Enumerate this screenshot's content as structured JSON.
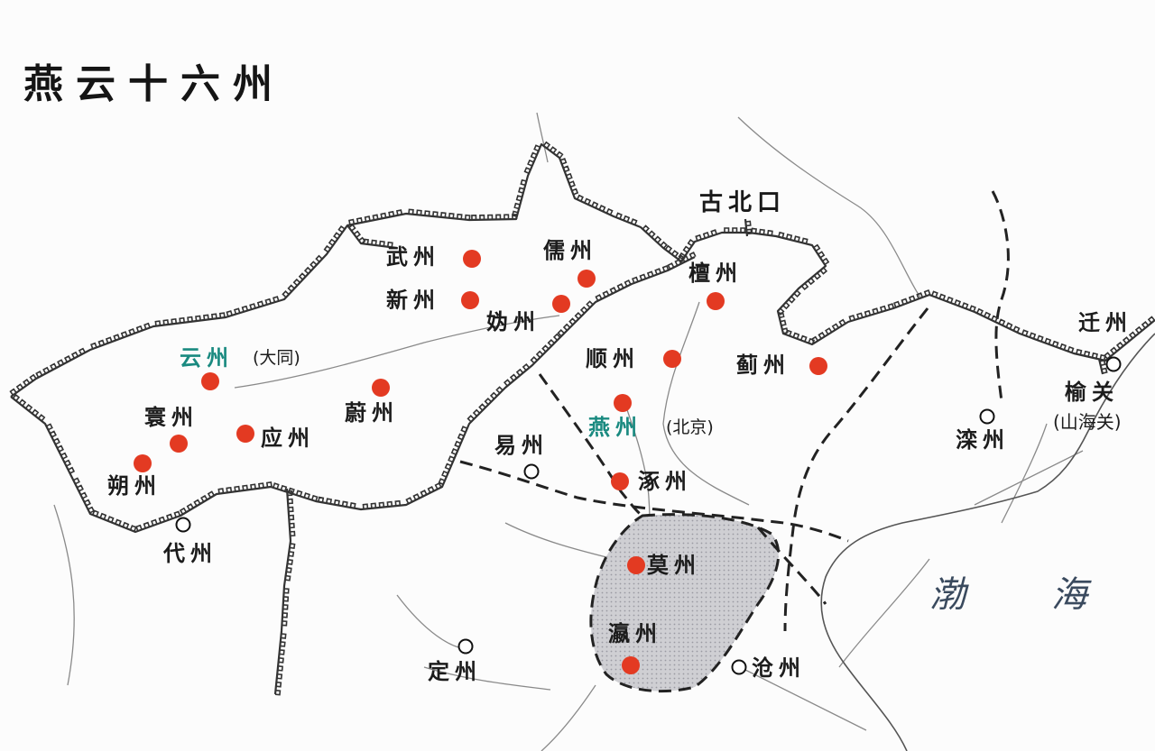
{
  "title": "燕云十六州",
  "colors": {
    "sixteen_prefecture_marker": "#e33a22",
    "other_city_marker": "#ffffff",
    "highlight_label": "#1a8a80",
    "great_wall": "#333333",
    "boundary": "#222222",
    "river": "#8a8a8a",
    "shaded_region": "#cfcfd3"
  },
  "sixteen_prefectures": [
    {
      "id": "wu",
      "name": "武州"
    },
    {
      "id": "ru",
      "name": "儒州"
    },
    {
      "id": "xin",
      "name": "新州"
    },
    {
      "id": "gui",
      "name": "妫州"
    },
    {
      "id": "tan",
      "name": "檀州"
    },
    {
      "id": "yun",
      "name": "云州",
      "note": "(大同)"
    },
    {
      "id": "shun",
      "name": "顺州"
    },
    {
      "id": "ji",
      "name": "蓟州"
    },
    {
      "id": "wei",
      "name": "蔚州"
    },
    {
      "id": "yan",
      "name": "燕州",
      "note": "(北京)"
    },
    {
      "id": "huan",
      "name": "寰州"
    },
    {
      "id": "ying",
      "name": "应州"
    },
    {
      "id": "shuo",
      "name": "朔州"
    },
    {
      "id": "zhuo",
      "name": "涿州"
    },
    {
      "id": "mo",
      "name": "莫州"
    },
    {
      "id": "ying2",
      "name": "瀛州"
    }
  ],
  "other_places": [
    {
      "id": "yi",
      "name": "易州"
    },
    {
      "id": "dai",
      "name": "代州"
    },
    {
      "id": "ding",
      "name": "定州"
    },
    {
      "id": "cang",
      "name": "沧州"
    },
    {
      "id": "luan",
      "name": "滦州"
    },
    {
      "id": "qian",
      "name": "迁州"
    },
    {
      "id": "yuguan",
      "name": "榆关",
      "note": "(山海关)"
    }
  ],
  "passes": [
    {
      "id": "gubeikou",
      "name": "古北口"
    }
  ],
  "sea": {
    "name1": "渤",
    "name2": "海"
  }
}
